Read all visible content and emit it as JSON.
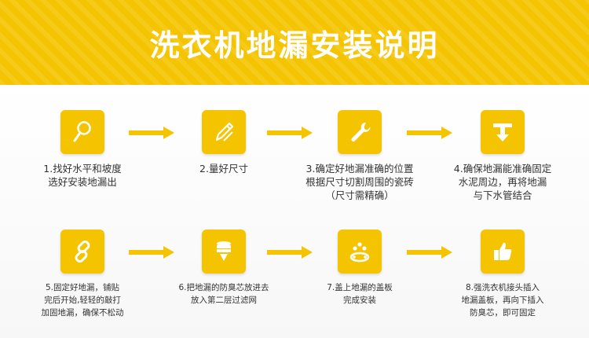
{
  "title": "洗衣机地漏安装说明",
  "steps": [
    {
      "lines": [
        "1.找好水平和坡度",
        "选好安装地漏出"
      ],
      "icon": "magnifier-icon"
    },
    {
      "lines": [
        "2.量好尺寸"
      ],
      "icon": "pencil-icon"
    },
    {
      "lines": [
        "3.确定好地漏准确的位置",
        "根据尺寸切割周围的瓷砖",
        "（尺寸需精确）"
      ],
      "icon": "wrench-icon"
    },
    {
      "lines": [
        "4.确保地漏能准确固定",
        "水泥周边，再将地漏",
        "与下水管结合"
      ],
      "icon": "pipe-down-icon"
    },
    {
      "lines": [
        "5.固定好地漏，铺贴",
        "完后开始,轻轻的敲打",
        "加固地漏，确保不松动"
      ],
      "icon": "chain-link-icon"
    },
    {
      "lines": [
        "6.把地漏的防臭芯放进去",
        "放入第二层过滤网"
      ],
      "icon": "filter-stack-icon"
    },
    {
      "lines": [
        "7.盖上地漏的盖板",
        "完成安装"
      ],
      "icon": "cover-plate-icon"
    },
    {
      "lines": [
        "8.强洗衣机接头插入",
        "地漏盖板，再向下插入",
        "防臭芯，即可固定"
      ],
      "icon": "thumbs-up-icon"
    }
  ],
  "colors": {
    "accent": "#f4c400",
    "text": "#333333"
  }
}
